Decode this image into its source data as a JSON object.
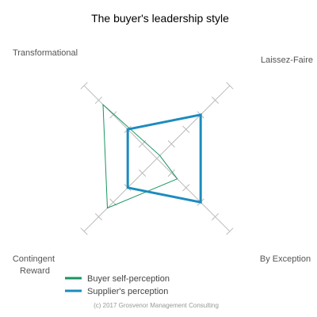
{
  "chart_data": {
    "type": "radar",
    "title": "The buyer's leadership style",
    "axes": [
      "Laissez-Faire",
      "By Exception",
      "Contingent Reward",
      "Transformational"
    ],
    "contingent_reward_lines": [
      "Contingent",
      "Reward"
    ],
    "range": [
      0,
      5
    ],
    "ticks": [
      1,
      2,
      3,
      4,
      5
    ],
    "series": [
      {
        "name": "Buyer self-perception",
        "values": [
          0.2,
          1.4,
          3.4,
          3.7
        ],
        "color": "#1a9560"
      },
      {
        "name": "Supplier's perception",
        "values": [
          3.0,
          3.0,
          2.0,
          2.0
        ],
        "color": "#1c8bbf"
      }
    ],
    "legend_position": "bottom-left",
    "grid": true
  },
  "credit": "(c) 2017 Grosvenor Management Consulting"
}
